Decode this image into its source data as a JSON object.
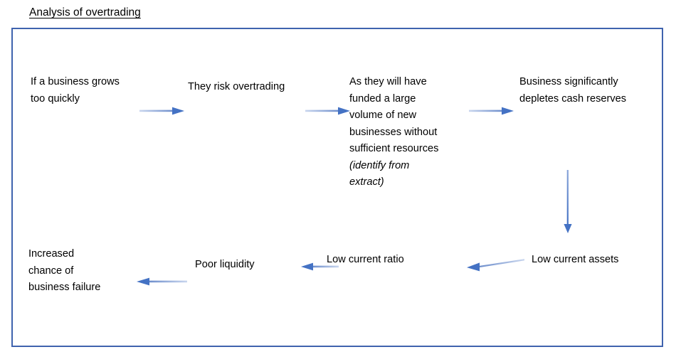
{
  "title": "Analysis of overtrading",
  "colors": {
    "frame_border": "#3F63AE",
    "arrow_head": "#4472C4",
    "arrow_tail_light": "#A8BEE2",
    "text": "#000000",
    "background": "#FFFFFF"
  },
  "flow": {
    "nodes": [
      {
        "id": "grows-too-quickly",
        "lines": [
          "If a business grows",
          "too quickly"
        ]
      },
      {
        "id": "risk-overtrading",
        "lines": [
          "They risk overtrading"
        ]
      },
      {
        "id": "funded-large-volume",
        "lines": [
          "As they will have",
          "funded a large",
          "volume of new",
          "businesses without",
          "sufficient resources"
        ],
        "italic_lines": [
          "(identify from",
          "extract)"
        ]
      },
      {
        "id": "depletes-cash-reserves",
        "lines": [
          "Business significantly",
          "depletes cash reserves"
        ]
      },
      {
        "id": "low-current-assets",
        "lines": [
          "Low current assets"
        ]
      },
      {
        "id": "low-current-ratio",
        "lines": [
          "Low current ratio"
        ]
      },
      {
        "id": "poor-liquidity",
        "lines": [
          "Poor liquidity"
        ]
      },
      {
        "id": "business-failure",
        "lines": [
          "Increased",
          "chance of",
          "business failure"
        ]
      }
    ],
    "connectors": [
      {
        "id": "arrow-1",
        "from": "grows-too-quickly",
        "to": "risk-overtrading",
        "direction": "right"
      },
      {
        "id": "arrow-2",
        "from": "risk-overtrading",
        "to": "funded-large-volume",
        "direction": "right"
      },
      {
        "id": "arrow-3",
        "from": "funded-large-volume",
        "to": "depletes-cash-reserves",
        "direction": "right"
      },
      {
        "id": "arrow-4",
        "from": "depletes-cash-reserves",
        "to": "low-current-assets",
        "direction": "down"
      },
      {
        "id": "arrow-5",
        "from": "low-current-assets",
        "to": "low-current-ratio",
        "direction": "left"
      },
      {
        "id": "arrow-6",
        "from": "low-current-ratio",
        "to": "poor-liquidity",
        "direction": "left"
      },
      {
        "id": "arrow-7",
        "from": "poor-liquidity",
        "to": "business-failure",
        "direction": "left"
      }
    ]
  }
}
